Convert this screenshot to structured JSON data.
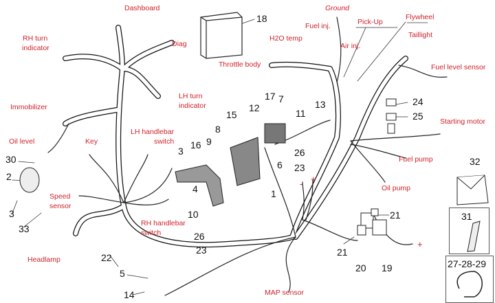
{
  "labels": {
    "dashboard": "Dashboard",
    "rh_turn_indicator": [
      "RH turn",
      "indicator"
    ],
    "diag": "Diag",
    "throttle_body": "Throttle body",
    "lh_turn_indicator": [
      "LH turn",
      "indicator"
    ],
    "immobilizer": "Immobilizer",
    "oil_level": "Oil level",
    "key": "Key",
    "lh_handlebar_switch": [
      "LH handlebar",
      "switch"
    ],
    "speed_sensor": [
      "Speed",
      "sensor"
    ],
    "rh_handlebar_switch": [
      "RH handlebar",
      "switch"
    ],
    "headlamp": "Headlamp",
    "map_sensor": "MAP sensor",
    "ground": "Ground",
    "fuel_inj": "Fuel inj.",
    "h2o_temp": "H2O temp",
    "air_inj": "Air inj.",
    "pick_up": "Pick-Up",
    "flywheel": "Flywheel",
    "taillight": "Taillight",
    "fuel_level_sensor": "Fuel level sensor",
    "starting_motor": "Starting motor",
    "fuel_pump": "Fuel pump",
    "oil_pump": "Oil pump",
    "minus": "-",
    "plus": "+"
  },
  "part_numbers": [
    "18",
    "17",
    "7",
    "12",
    "11",
    "13",
    "15",
    "8",
    "9",
    "16",
    "3",
    "24",
    "25",
    "26",
    "23",
    "6",
    "1",
    "30",
    "2",
    "3",
    "33",
    "4",
    "10",
    "26",
    "23",
    "22",
    "5",
    "14",
    "21",
    "21",
    "20",
    "19",
    "32",
    "31",
    "27-28-29"
  ],
  "colors": {
    "label": "#d0212a",
    "line": "#111111"
  }
}
